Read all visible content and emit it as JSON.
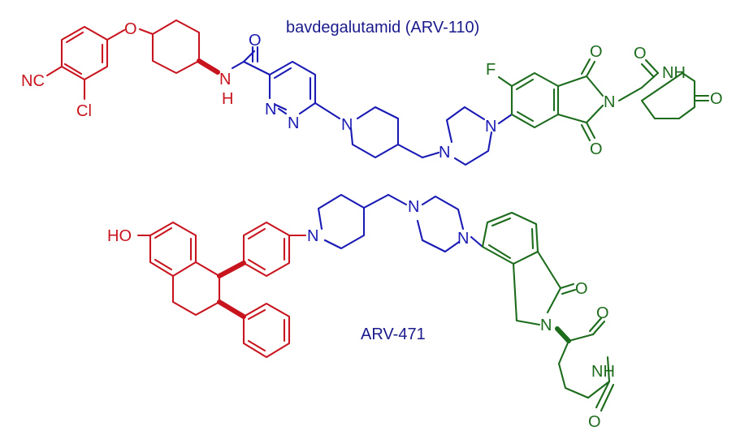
{
  "colors": {
    "warhead": "#c8141e",
    "linker": "#1a1ab4",
    "e3_ligand": "#1d6b1d",
    "caption": "#1a1a8c"
  },
  "molecules": [
    {
      "name": "bavdegalutamid (ARV-110)",
      "atom_labels": {
        "o_ether": "O",
        "nitrile": "NC",
        "chloro": "Cl",
        "amide_n": "N",
        "amide_h": "H",
        "amide_o": "O",
        "pyridazine_n1": "N",
        "pyridazine_n2": "N",
        "piperidine_n": "N",
        "piperazine_n1": "N",
        "piperazine_n2": "N",
        "fluoro": "F",
        "imide_o_top": "O",
        "imide_o_bottom": "O",
        "imide_n": "N",
        "glutarimide_o_top": "O",
        "glutarimide_nh": "NH",
        "glutarimide_o_right": "O"
      }
    },
    {
      "name": "ARV-471",
      "atom_labels": {
        "hydroxyl": "HO",
        "piperidine_n": "N",
        "piperazine_n1": "N",
        "piperazine_n2": "N",
        "lactam_o": "O",
        "lactam_n": "N",
        "glutarimide_o_top": "O",
        "glutarimide_nh": "NH",
        "glutarimide_o_bottom": "O"
      }
    }
  ]
}
